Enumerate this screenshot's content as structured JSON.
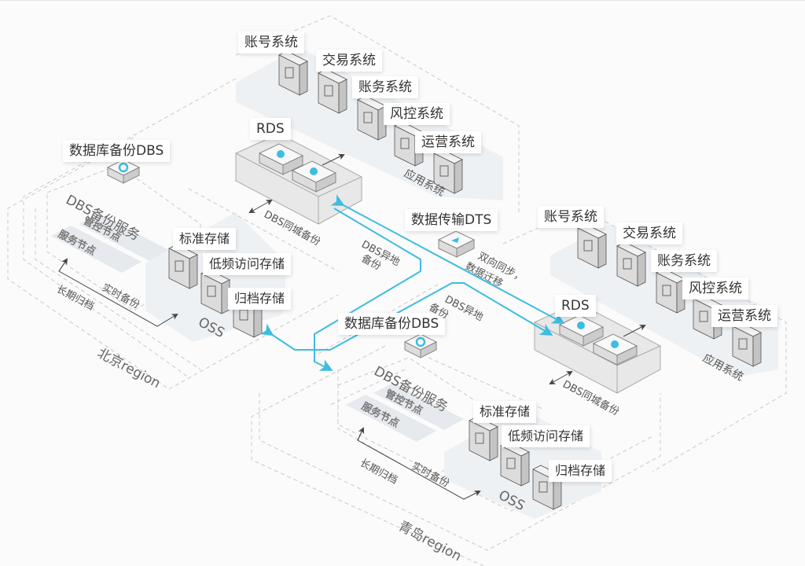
{
  "colors": {
    "background": "#fbfbfb",
    "accent_blue": "#3dbde0",
    "dashed_border": "#c8c8c8",
    "zone_fill": "#eef1f4",
    "box_fill": "#e9e9e9",
    "text": "#333333"
  },
  "regions": {
    "beijing": {
      "name": "北京region",
      "dbs_label": "数据库备份DBS",
      "dbs_service": {
        "title": "DBS备份服务",
        "nodes": [
          "管控节点",
          "服务节点"
        ]
      },
      "oss": {
        "name": "OSS",
        "storage": [
          "标准存储",
          "低频访问存储",
          "归档存储"
        ]
      },
      "arrows": {
        "realtime_backup": "实时备份",
        "long_term_archive": "长期归档"
      }
    },
    "qingdao": {
      "name": "青岛region",
      "dbs_label": "数据库备份DBS",
      "dbs_service": {
        "title": "DBS备份服务",
        "nodes": [
          "管控节点",
          "服务节点"
        ]
      },
      "oss": {
        "name": "OSS",
        "storage": [
          "标准存储",
          "低频访问存储",
          "归档存储"
        ]
      },
      "arrows": {
        "realtime_backup": "实时备份",
        "long_term_archive": "长期归档"
      }
    }
  },
  "rds_top": {
    "label": "RDS",
    "same_city_backup": "DBS同城备份"
  },
  "rds_bottom": {
    "label": "RDS",
    "same_city_backup": "DBS同城备份"
  },
  "app_systems_top": {
    "zone_label": "应用系统",
    "systems": [
      {
        "name": "账号系统",
        "icon": "user-icon"
      },
      {
        "name": "交易系统",
        "icon": "document-icon"
      },
      {
        "name": "账务系统",
        "icon": "presentation-icon"
      },
      {
        "name": "风控系统",
        "icon": "shield-icon"
      },
      {
        "name": "运营系统",
        "icon": "gear-icon"
      }
    ]
  },
  "app_systems_bottom": {
    "zone_label": "应用系统",
    "systems": [
      {
        "name": "账号系统",
        "icon": "user-icon"
      },
      {
        "name": "交易系统",
        "icon": "document-icon"
      },
      {
        "name": "账务系统",
        "icon": "presentation-icon"
      },
      {
        "name": "风控系统",
        "icon": "shield-icon"
      },
      {
        "name": "运营系统",
        "icon": "gear-icon"
      }
    ]
  },
  "dts": {
    "label": "数据传输DTS",
    "sync_label_line1": "双向同步，",
    "sync_label_line2": "数据迁移"
  },
  "cross_region": {
    "label1_line1": "DBS异地",
    "label1_line2": "备份",
    "label2_line1": "DBS异地",
    "label2_line2": "备份"
  }
}
